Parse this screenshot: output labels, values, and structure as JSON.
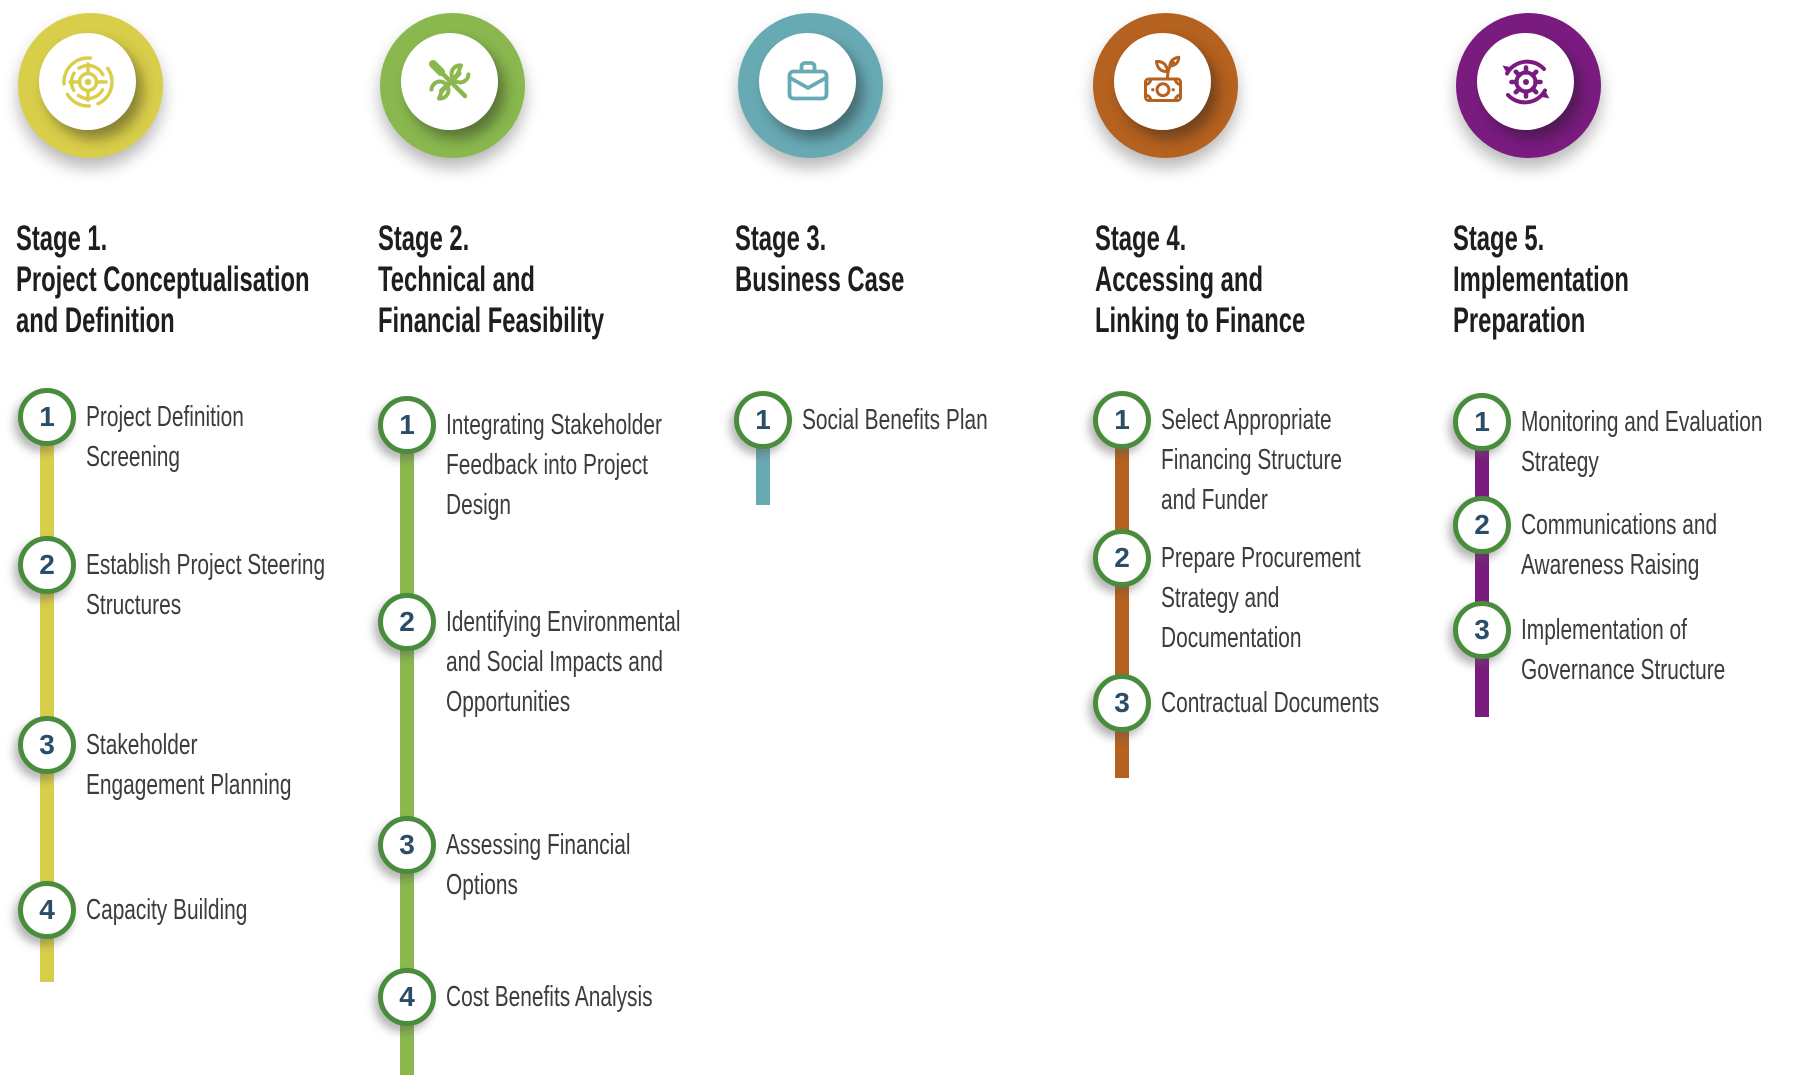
{
  "diagram": {
    "type": "process-stages-timeline",
    "colors": {
      "stage1_yellow": "#d9ce49",
      "stage2_green": "#8ab84e",
      "stage3_teal": "#68aab4",
      "stage4_orange": "#b5611f",
      "stage5_purple": "#7a1b80",
      "step_circle_border_green": "#4a8c3d",
      "step_number_navy": "#2a4d68",
      "title_text": "#1e1e1e",
      "step_text": "#3c3c3c",
      "background": "#ffffff"
    }
  },
  "stages": [
    {
      "icon": "target-maze-icon",
      "color": "#d9ce49",
      "title": "Stage 1. Project Conceptualisation and Definition",
      "title_lines": [
        "Stage 1.",
        "Project Conceptualisation",
        "and Definition"
      ],
      "steps": [
        {
          "number": "1",
          "label": "Project Definition Screening",
          "lines": [
            "Project Definition",
            "Screening"
          ]
        },
        {
          "number": "2",
          "label": "Establish Project Steering Structures",
          "lines": [
            "Establish Project Steering",
            "Structures"
          ]
        },
        {
          "number": "3",
          "label": "Stakeholder Engagement Planning",
          "lines": [
            "Stakeholder",
            "Engagement Planning"
          ]
        },
        {
          "number": "4",
          "label": "Capacity Building",
          "lines": [
            "Capacity Building"
          ]
        }
      ]
    },
    {
      "icon": "wrench-screwdriver-icon",
      "color": "#8ab84e",
      "title": "Stage 2. Technical and Financial Feasibility",
      "title_lines": [
        "Stage 2.",
        "Technical and",
        "Financial Feasibility"
      ],
      "steps": [
        {
          "number": "1",
          "label": "Integrating Stakeholder Feedback into Project Design",
          "lines": [
            "Integrating Stakeholder",
            "Feedback into Project",
            "Design"
          ]
        },
        {
          "number": "2",
          "label": "Identifying Environmental and Social Impacts and Opportunities",
          "lines": [
            "Identifying Environmental",
            "and Social Impacts and",
            "Opportunities"
          ]
        },
        {
          "number": "3",
          "label": "Assessing Financial Options",
          "lines": [
            "Assessing Financial",
            "Options"
          ]
        },
        {
          "number": "4",
          "label": "Cost Benefits Analysis",
          "lines": [
            "Cost Benefits Analysis"
          ]
        }
      ]
    },
    {
      "icon": "briefcase-icon",
      "color": "#68aab4",
      "title": "Stage 3. Business Case",
      "title_lines": [
        "Stage 3.",
        "Business Case"
      ],
      "steps": [
        {
          "number": "1",
          "label": "Social Benefits Plan",
          "lines": [
            "Social Benefits Plan"
          ]
        }
      ]
    },
    {
      "icon": "money-growth-icon",
      "color": "#b5611f",
      "title": "Stage 4. Accessing and Linking to Finance",
      "title_lines": [
        "Stage 4.",
        "Accessing and",
        "Linking to Finance"
      ],
      "steps": [
        {
          "number": "1",
          "label": "Select Appropriate Financing Structure and Funder",
          "lines": [
            "Select Appropriate",
            "Financing Structure",
            "and Funder"
          ]
        },
        {
          "number": "2",
          "label": "Prepare Procurement Strategy and Documentation",
          "lines": [
            "Prepare Procurement",
            "Strategy and",
            "Documentation"
          ]
        },
        {
          "number": "3",
          "label": "Contractual Documents",
          "lines": [
            "Contractual Documents"
          ]
        }
      ]
    },
    {
      "icon": "gear-cycle-icon",
      "color": "#7a1b80",
      "title": "Stage 5. Implementation Preparation",
      "title_lines": [
        "Stage 5.",
        "Implementation",
        "Preparation"
      ],
      "steps": [
        {
          "number": "1",
          "label": "Monitoring and Evaluation Strategy",
          "lines": [
            "Monitoring and Evaluation",
            "Strategy"
          ]
        },
        {
          "number": "2",
          "label": "Communications and Awareness Raising",
          "lines": [
            "Communications and",
            "Awareness Raising"
          ]
        },
        {
          "number": "3",
          "label": "Implementation of Governance Structure",
          "lines": [
            "Implementation of",
            "Governance Structure"
          ]
        }
      ]
    }
  ]
}
